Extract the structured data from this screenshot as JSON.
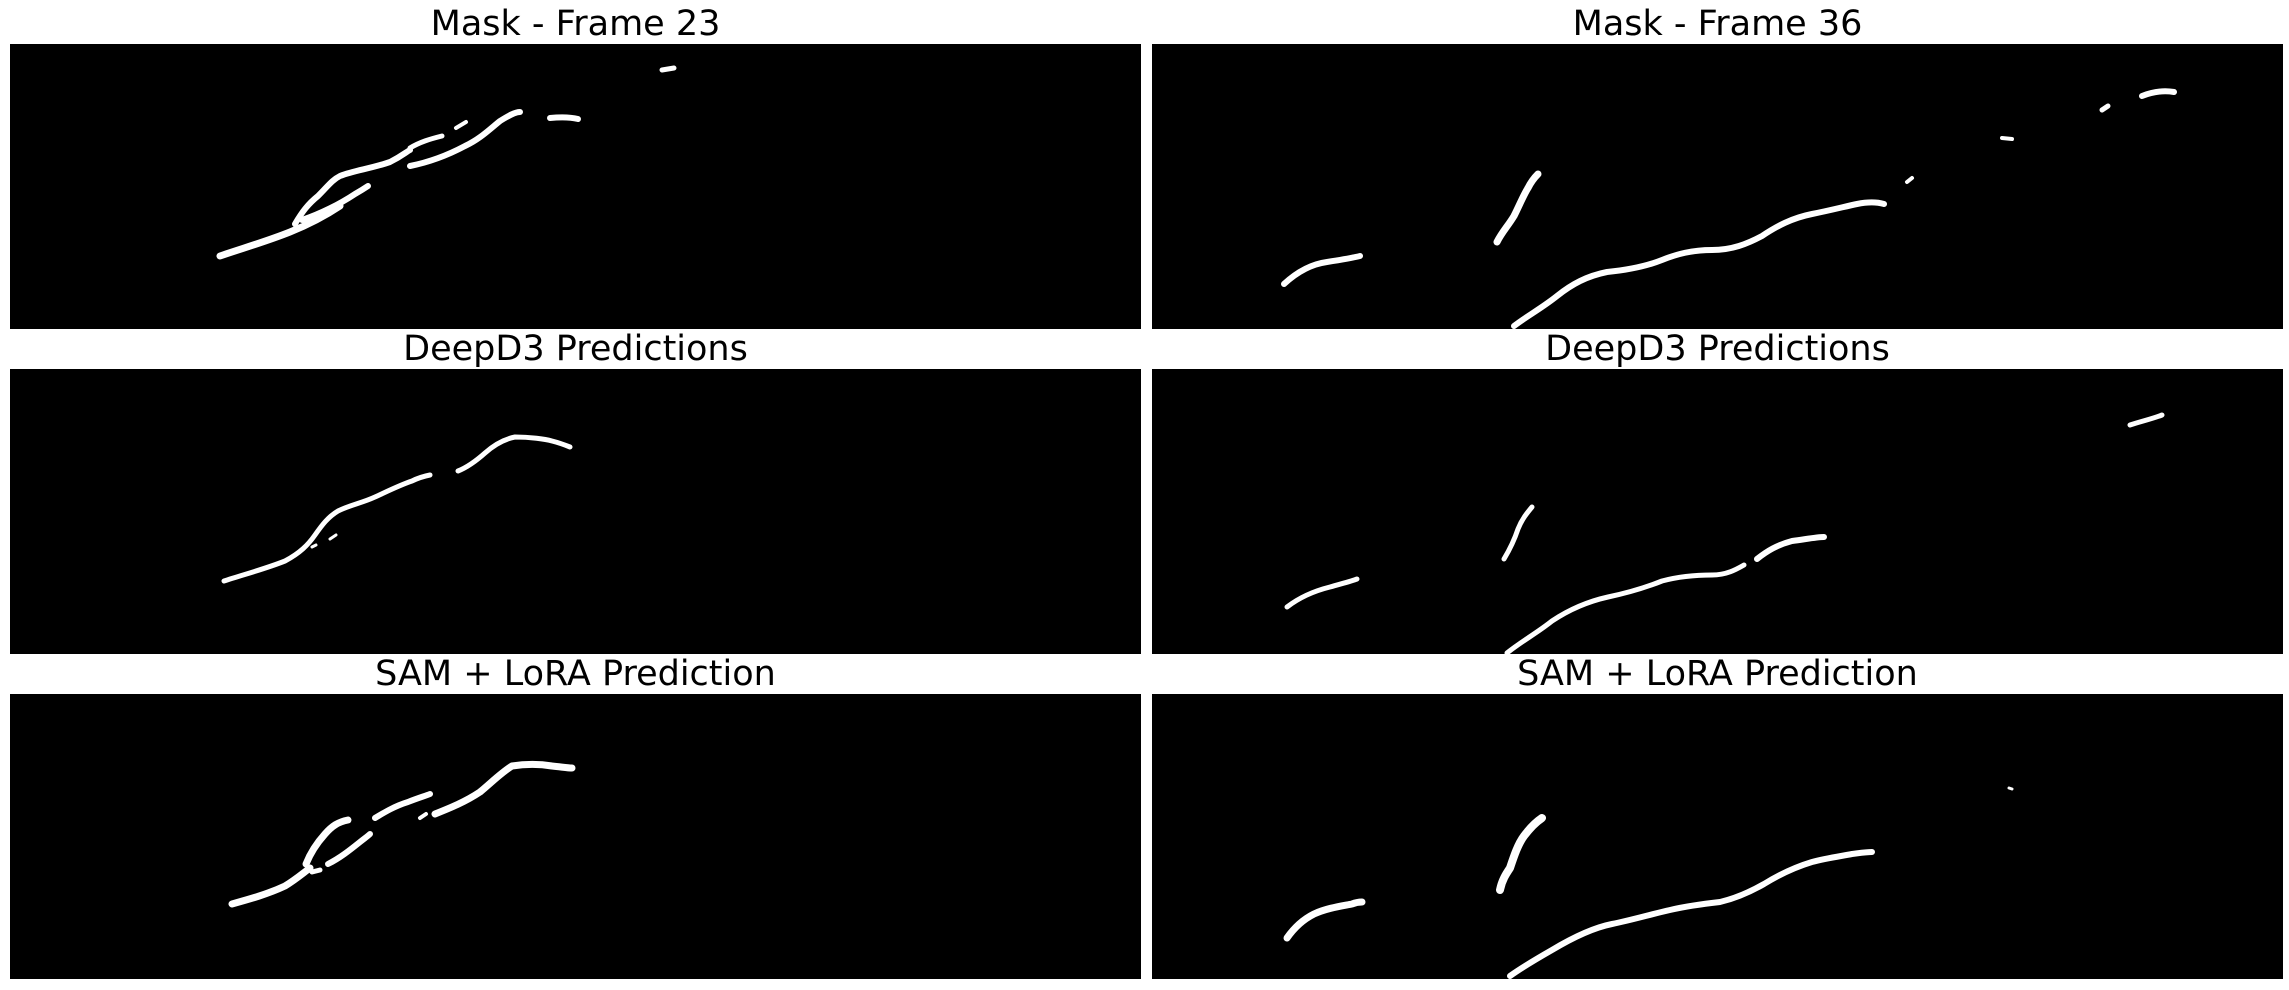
{
  "panels": [
    {
      "title": "Mask - Frame 23"
    },
    {
      "title": "Mask - Frame 36"
    },
    {
      "title": "DeepD3 Predictions"
    },
    {
      "title": "DeepD3 Predictions"
    },
    {
      "title": "SAM + LoRA Prediction"
    },
    {
      "title": "SAM + LoRA Prediction"
    }
  ],
  "colors": {
    "background": "#000000",
    "foreground": "#ffffff"
  }
}
